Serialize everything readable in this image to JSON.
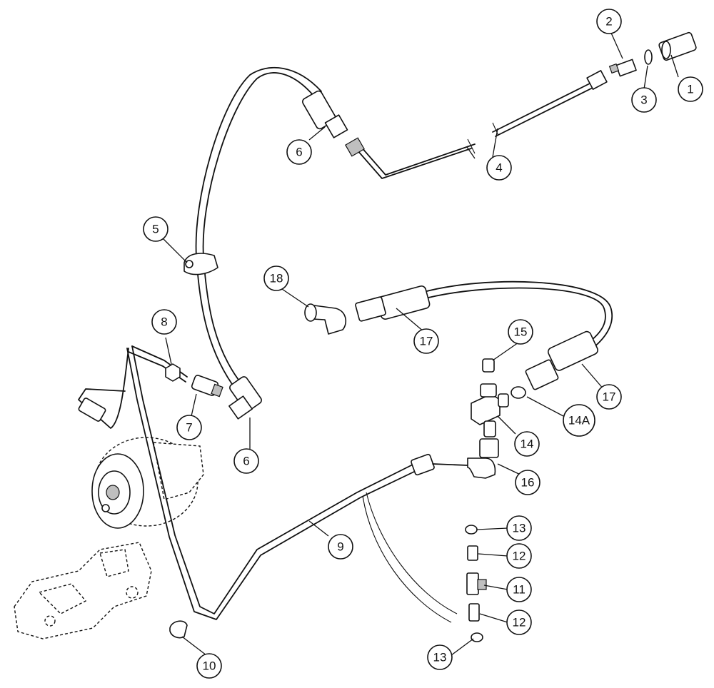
{
  "callouts": [
    {
      "id": "c1",
      "label": "1"
    },
    {
      "id": "c2",
      "label": "2"
    },
    {
      "id": "c3",
      "label": "3"
    },
    {
      "id": "c4",
      "label": "4"
    },
    {
      "id": "c5",
      "label": "5"
    },
    {
      "id": "c6a",
      "label": "6"
    },
    {
      "id": "c6b",
      "label": "6"
    },
    {
      "id": "c7",
      "label": "7"
    },
    {
      "id": "c8",
      "label": "8"
    },
    {
      "id": "c9",
      "label": "9"
    },
    {
      "id": "c10",
      "label": "10"
    },
    {
      "id": "c11",
      "label": "11"
    },
    {
      "id": "c12a",
      "label": "12"
    },
    {
      "id": "c12b",
      "label": "12"
    },
    {
      "id": "c13a",
      "label": "13"
    },
    {
      "id": "c13b",
      "label": "13"
    },
    {
      "id": "c14",
      "label": "14"
    },
    {
      "id": "c14a",
      "label": "14A"
    },
    {
      "id": "c15",
      "label": "15"
    },
    {
      "id": "c16",
      "label": "16"
    },
    {
      "id": "c17a",
      "label": "17"
    },
    {
      "id": "c17b",
      "label": "17"
    },
    {
      "id": "c18",
      "label": "18"
    }
  ]
}
